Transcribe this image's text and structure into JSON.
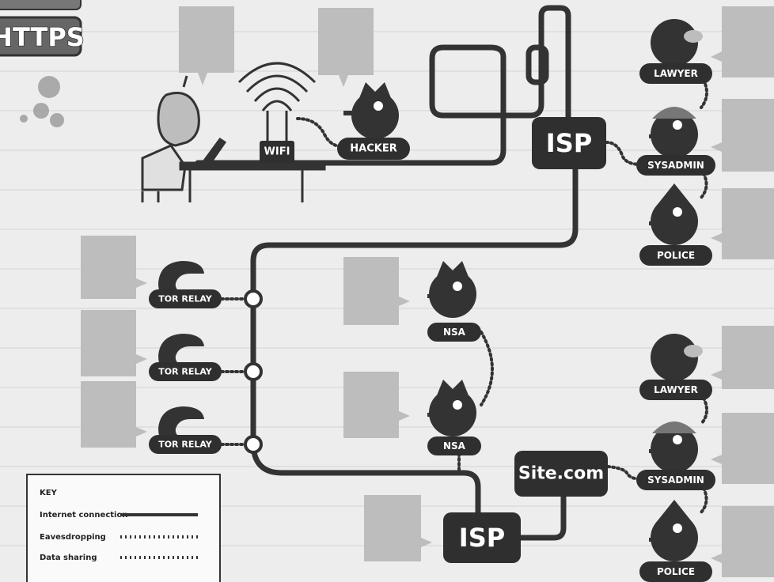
{
  "badge": {
    "text": "HTTPS"
  },
  "nodes": {
    "wifi": "WIFI",
    "hacker": "HACKER",
    "isp_top": "ISP",
    "lawyer_top": "LAWYER",
    "sysadmin_top": "SYSADMIN",
    "police_top": "POLICE",
    "tor_relay_1": "TOR RELAY",
    "tor_relay_2": "TOR RELAY",
    "tor_relay_3": "TOR RELAY",
    "nsa_top": "NSA",
    "nsa_bottom": "NSA",
    "site": "Site.com",
    "isp_bottom": "ISP",
    "lawyer_bottom": "LAWYER",
    "sysadmin_bottom": "SYSADMIN",
    "police_bottom": "POLICE"
  },
  "key": {
    "title": "KEY",
    "internet_connection": "Internet connection",
    "eavesdropping": "Eavesdropping",
    "data_sharing": "Data sharing"
  },
  "colors": {
    "ink": "#333333",
    "paper": "#ededed",
    "bubble": "#bdbdbd",
    "label_fill": "#2f2f2f",
    "label_text": "#ffffff"
  },
  "icons": {
    "person": "person-at-laptop-icon",
    "observer": "observer-head-icon",
    "relay": "tor-onion-icon",
    "router": "wifi-router-icon"
  }
}
